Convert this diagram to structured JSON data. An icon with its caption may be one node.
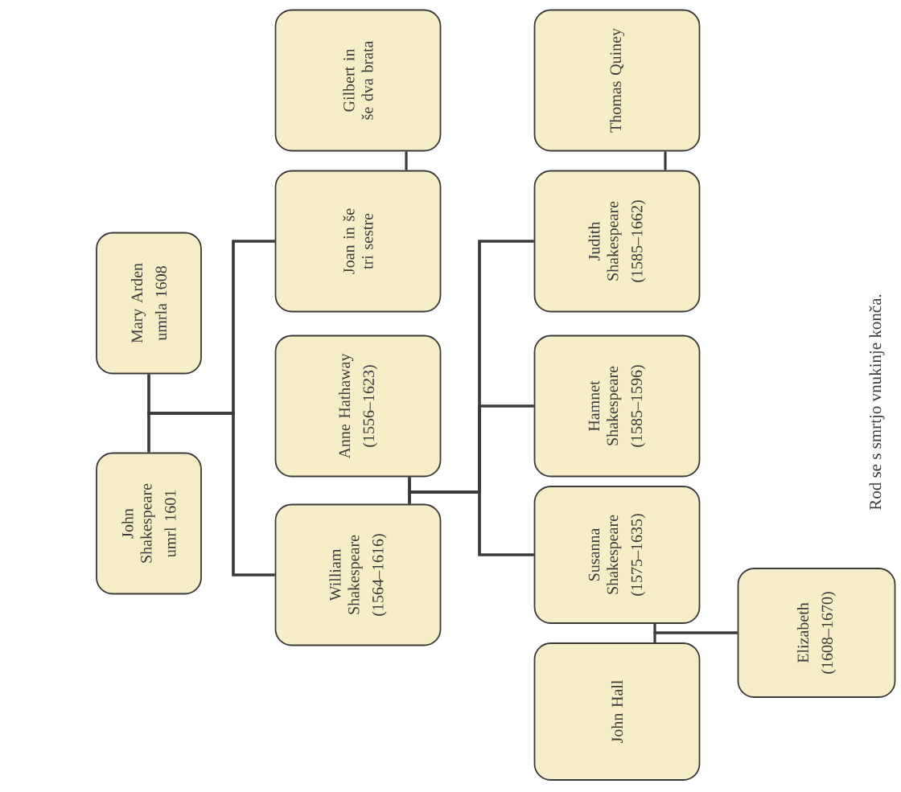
{
  "diagram": {
    "nodes": [
      {
        "text": [
          "John Shakespeare",
          "umrl 1601"
        ]
      },
      {
        "text": [
          "Mary Arden",
          "umrla 1608"
        ]
      },
      {
        "text": [
          "William Shakespeare",
          "(1564–1616)"
        ]
      },
      {
        "text": [
          "Anne Hathaway",
          "(1556–1623)"
        ]
      },
      {
        "text": [
          "Joan in še tri sestre"
        ]
      },
      {
        "text": [
          "Gilbert in še dva brata"
        ]
      },
      {
        "text": [
          "Susanna Shakespeare",
          "(1575–1635)"
        ]
      },
      {
        "text": [
          "Hamnet Shakespeare",
          "(1585–1596)"
        ]
      },
      {
        "text": [
          "Judith Shakespeare",
          "(1585–1662)"
        ]
      },
      {
        "text": [
          "Thomas Quiney"
        ]
      },
      {
        "text": [
          "John Hall"
        ]
      },
      {
        "text": [
          "Elizabeth",
          "(1608–1670)"
        ]
      }
    ],
    "edges": [
      {
        "from": 0,
        "to": 2,
        "arrow": "none"
      },
      {
        "from": 0,
        "to": 4,
        "arrow": "none"
      },
      {
        "from": 1,
        "to": 2,
        "arrow": "none"
      },
      {
        "from": 1,
        "to": 4,
        "arrow": "none"
      },
      {
        "from": 4,
        "to": 5,
        "arrow": "none"
      },
      {
        "from": 2,
        "to": 6,
        "arrow": "none"
      },
      {
        "from": 2,
        "to": 7,
        "arrow": "none"
      },
      {
        "from": 2,
        "to": 8,
        "arrow": "none"
      },
      {
        "from": 3,
        "to": 6,
        "arrow": "none"
      },
      {
        "from": 3,
        "to": 7,
        "arrow": "none"
      },
      {
        "from": 3,
        "to": 8,
        "arrow": "none"
      },
      {
        "from": 8,
        "to": 9,
        "arrow": "none"
      },
      {
        "from": 6,
        "to": 11,
        "arrow": "none"
      },
      {
        "from": 10,
        "to": 11,
        "arrow": "none"
      }
    ],
    "labels": [
      "Rod se s smrtjo vnukinje konča."
    ]
  }
}
